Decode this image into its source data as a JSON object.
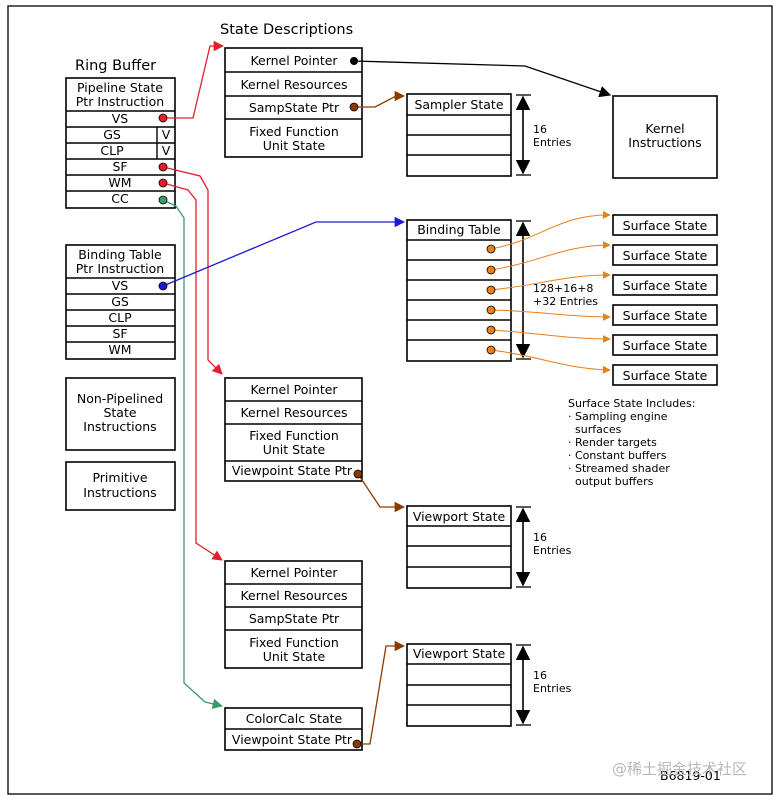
{
  "colors": {
    "red": "#e0202a",
    "blue": "#1a1ad0",
    "green": "#3a9a6a",
    "orange": "#e8801a",
    "brown": "#8a3a00",
    "black": "#000000"
  },
  "headings": {
    "state_descriptions": "State Descriptions",
    "ring_buffer": "Ring Buffer"
  },
  "pipeline_state": {
    "title_line1": "Pipeline State",
    "title_line2": "Ptr Instruction",
    "rows": [
      "VS",
      "GS",
      "CLP",
      "SF",
      "WM",
      "CC"
    ],
    "v_flags": [
      "V",
      "V"
    ]
  },
  "binding_ptr": {
    "title_line1": "Binding Table",
    "title_line2": "Ptr Instruction",
    "rows": [
      "VS",
      "GS",
      "CLP",
      "SF",
      "WM"
    ]
  },
  "non_pipelined": {
    "line1": "Non-Pipelined",
    "line2": "State",
    "line3": "Instructions"
  },
  "primitive": {
    "line1": "Primitive",
    "line2": "Instructions"
  },
  "vs_state": {
    "rows": [
      "Kernel Pointer",
      "Kernel Resources",
      "SampState Ptr"
    ],
    "ff_line1": "Fixed Function",
    "ff_line2": "Unit State"
  },
  "sampler_state": {
    "title": "Sampler State"
  },
  "sixteen": {
    "line1": "16",
    "line2": "Entries"
  },
  "kernel_instructions": {
    "line1": "Kernel",
    "line2": "Instructions"
  },
  "binding_table": {
    "title": "Binding Table",
    "entries_line1": "128+16+8",
    "entries_line2": "+32 Entries"
  },
  "surface_states": [
    "Surface State",
    "Surface State",
    "Surface State",
    "Surface State",
    "Surface State",
    "Surface State"
  ],
  "surface_notes": {
    "title": "Surface State Includes:",
    "lines": [
      "· Sampling engine",
      "  surfaces",
      "· Render targets",
      "· Constant buffers",
      "· Streamed shader",
      "  output buffers"
    ]
  },
  "sf_state": {
    "rows": [
      "Kernel Pointer",
      "Kernel Resources"
    ],
    "ff_line1": "Fixed Function",
    "ff_line2": "Unit State",
    "viewport_ptr": "Viewpoint State Ptr"
  },
  "viewport_state": {
    "title": "Viewport State"
  },
  "wm_state": {
    "rows": [
      "Kernel Pointer",
      "Kernel Resources",
      "SampState Ptr"
    ],
    "ff_line1": "Fixed Function",
    "ff_line2": "Unit State"
  },
  "cc_state": {
    "title": "ColorCalc State",
    "viewport_ptr": "Viewpoint State Ptr"
  },
  "figure_id": "B6819-01",
  "watermark": "@稀土掘金技术社区"
}
